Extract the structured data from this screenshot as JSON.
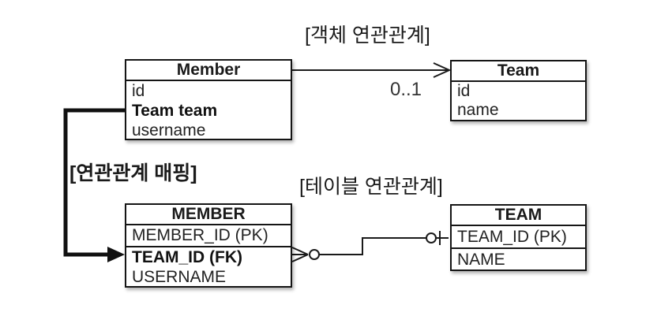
{
  "colors": {
    "line": "#1a1a1a",
    "background": "#ffffff",
    "box_fill": "#ffffff"
  },
  "object_association": {
    "title": "[객체 연관관계]",
    "multiplicity": "0..1",
    "member_entity": {
      "name": "Member",
      "fields": [
        {
          "label": "id"
        },
        {
          "label": "Team team"
        },
        {
          "label": "username"
        }
      ]
    },
    "team_entity": {
      "name": "Team",
      "fields": [
        {
          "label": "id"
        },
        {
          "label": "name"
        }
      ]
    }
  },
  "mapping": {
    "label": "[연관관계 매핑]"
  },
  "table_association": {
    "title": "[테이블 연관관계]",
    "member_table": {
      "name": "MEMBER",
      "columns": [
        {
          "label": "MEMBER_ID (PK)"
        },
        {
          "label": "TEAM_ID (FK)"
        },
        {
          "label": "USERNAME"
        }
      ]
    },
    "team_table": {
      "name": "TEAM",
      "columns": [
        {
          "label": "TEAM_ID (PK)"
        },
        {
          "label": "NAME"
        }
      ]
    }
  }
}
